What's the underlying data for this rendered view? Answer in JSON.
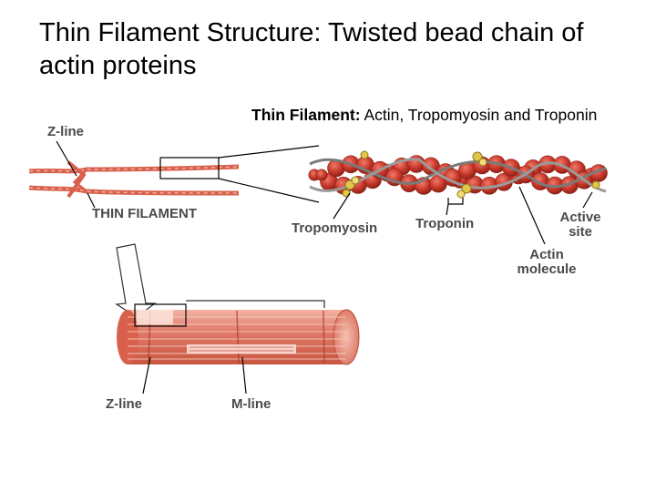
{
  "slide": {
    "title": "Thin Filament Structure: Twisted bead chain of actin proteins",
    "subtitle_bold": "Thin Filament:",
    "subtitle_rest": " Actin, Tropomyosin and Troponin"
  },
  "labels": {
    "z_line_top": "Z-line",
    "thin_filament": "THIN FILAMENT",
    "tropomyosin": "Tropomyosin",
    "troponin": "Troponin",
    "active_site_1": "Active",
    "active_site_2": "site",
    "actin_molecule_1": "Actin",
    "actin_molecule_2": "molecule",
    "z_line_bottom": "Z-line",
    "m_line": "M-line"
  },
  "colors": {
    "actin_bead": "#c8382a",
    "tropomyosin_strand": "#8a8a8a",
    "troponin": "#e0c64a",
    "fiber": "#e07a6a",
    "label_text": "#4a4a4a"
  }
}
